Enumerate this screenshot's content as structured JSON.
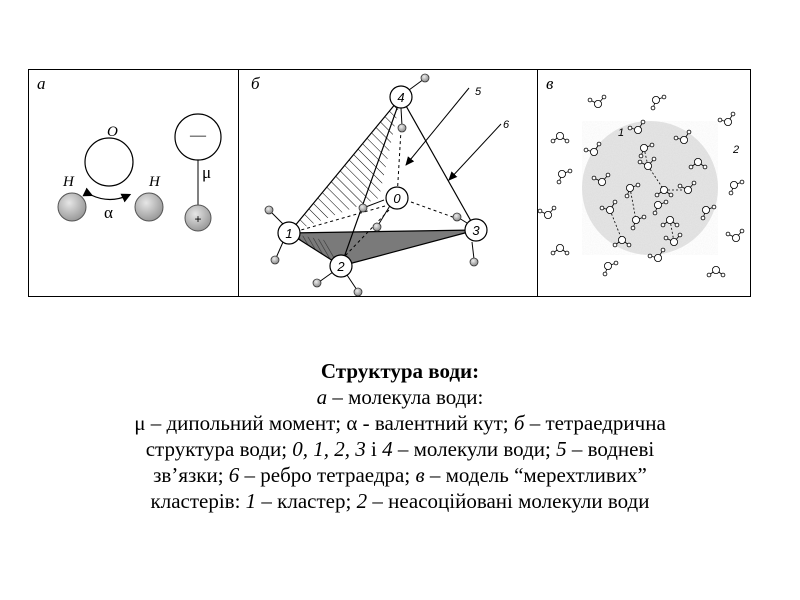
{
  "panels": {
    "a": {
      "letter": "а",
      "labels": {
        "oxygen": "O",
        "hydrogen_left": "H",
        "hydrogen_right": "H",
        "angle": "α",
        "dipole": "μ",
        "minus": "—",
        "plus": "+"
      }
    },
    "b": {
      "letter": "б",
      "labels": {
        "n0": "0",
        "n1": "1",
        "n2": "2",
        "n3": "3",
        "n4": "4",
        "arrow5": "5",
        "arrow6": "6"
      }
    },
    "c": {
      "letter": "в",
      "labels": {
        "cluster": "1",
        "free": "2"
      }
    }
  },
  "caption": {
    "title": "Структура води:",
    "line1": {
      "a": "а",
      "text": " – молекула води:"
    },
    "line2": {
      "mu": "μ",
      "t1": " – дипольний момент; ",
      "alpha": "α",
      "t2": " - валентний кут; ",
      "b": "б",
      "t3": " – тетраедрична"
    },
    "line3": {
      "t1": "структура води; ",
      "nums": "0, 1, 2, 3",
      "t2": " і ",
      "n4": "4",
      "t3": " – молекули води; ",
      "n5": "5",
      "t4": " – водневі"
    },
    "line4": {
      "t1": "зв’язки; ",
      "n6": "6",
      "t2": " – ребро тетраедра; ",
      "v": "в",
      "t3": " – модель “мерехтливих”"
    },
    "line5": {
      "t1": "кластерів: ",
      "n1": "1",
      "t2": " – кластер; ",
      "n2": "2",
      "t3": " – неасоційовані молекули води"
    }
  }
}
